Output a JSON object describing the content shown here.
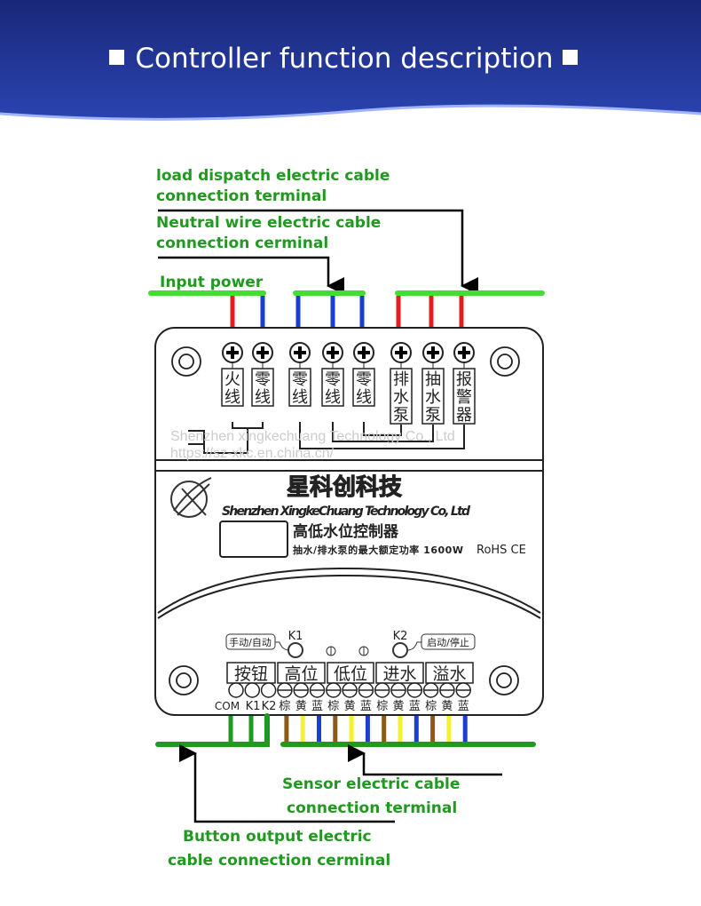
{
  "header": {
    "title": "Controller function description",
    "bullet_icon": "square"
  },
  "callouts": {
    "load_dispatch": [
      "load dispatch electric cable",
      "connection terminal"
    ],
    "neutral": [
      "Neutral wire electric cable",
      "connection cerminal"
    ],
    "input_power": "Input power",
    "sensor": [
      "Sensor electric cable",
      "connection terminal"
    ],
    "button_output": [
      "Button output  electric",
      "cable connection cerminal"
    ]
  },
  "device": {
    "top_terminals": [
      [
        "火",
        "线"
      ],
      [
        "零",
        "线"
      ],
      [
        "零",
        "线"
      ],
      [
        "零",
        "线"
      ],
      [
        "零",
        "线"
      ],
      [
        "排",
        "水",
        "泵"
      ],
      [
        "抽",
        "水",
        "泵"
      ],
      [
        "报",
        "警",
        "器"
      ]
    ],
    "brand_cn": "星科创科技",
    "brand_en": "Shenzhen XingkeChuang Technology Co, Ltd",
    "product_name": "高低水位控制器",
    "spec": "抽水/排水泵的最大额定功率 1600W",
    "certs": "RoHS CE",
    "k1_label": "K1",
    "k2_label": "K2",
    "k1_tag": "手动/自动",
    "k2_tag": "启动/停止",
    "bottom_groups": [
      "按钮",
      "高位",
      "低位",
      "进水",
      "溢水"
    ],
    "bottom_pins": [
      "COM",
      "K1",
      "K2",
      "棕",
      "黄",
      "蓝",
      "棕",
      "黄",
      "蓝",
      "棕",
      "黄",
      "蓝",
      "棕",
      "黄",
      "蓝"
    ]
  },
  "watermark": [
    "Shenzhen xingkechuang Technology Co., Ltd",
    "https://sz-xkc.en.china.cn/"
  ],
  "colors": {
    "green": "#1f9a1f",
    "red": "#e02020",
    "blue": "#1a3fd0",
    "brown": "#8b5a14",
    "yellow": "#f2f230",
    "header": "#1e2f8c"
  }
}
